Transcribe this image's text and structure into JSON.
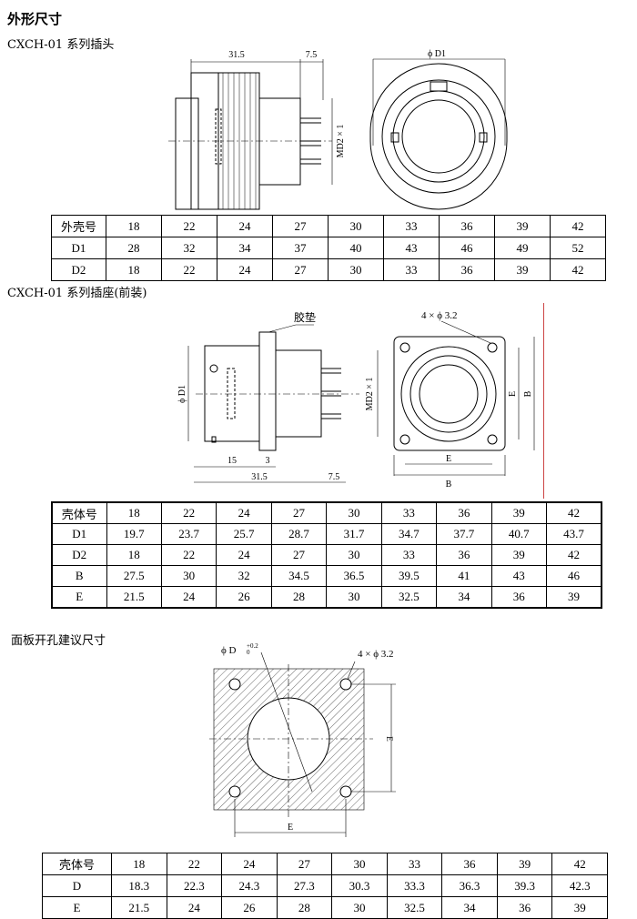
{
  "title": "外形尺寸",
  "section1": {
    "label": "CXCH-01 系列插头",
    "dims": {
      "len1": "31.5",
      "len2": "7.5",
      "dia": "ϕ D1",
      "thread": "MD2 × 1"
    },
    "table": [
      [
        "外壳号",
        "18",
        "22",
        "24",
        "27",
        "30",
        "33",
        "36",
        "39",
        "42"
      ],
      [
        "D1",
        "28",
        "32",
        "34",
        "37",
        "40",
        "43",
        "46",
        "49",
        "52"
      ],
      [
        "D2",
        "18",
        "22",
        "24",
        "27",
        "30",
        "33",
        "36",
        "39",
        "42"
      ]
    ]
  },
  "section2": {
    "label": "CXCH-01 系列插座(前装)",
    "dims": {
      "gasket": "胶垫",
      "holes": "4 × ϕ 3.2",
      "dia": "ϕ D1",
      "thread": "MD2 × 1",
      "l15": "15",
      "l3": "3",
      "l31": "31.5",
      "l75": "7.5",
      "E": "E",
      "B": "B"
    },
    "table": [
      [
        "壳体号",
        "18",
        "22",
        "24",
        "27",
        "30",
        "33",
        "36",
        "39",
        "42"
      ],
      [
        "D1",
        "19.7",
        "23.7",
        "25.7",
        "28.7",
        "31.7",
        "34.7",
        "37.7",
        "40.7",
        "43.7"
      ],
      [
        "D2",
        "18",
        "22",
        "24",
        "27",
        "30",
        "33",
        "36",
        "39",
        "42"
      ],
      [
        "B",
        "27.5",
        "30",
        "32",
        "34.5",
        "36.5",
        "39.5",
        "41",
        "43",
        "46"
      ],
      [
        "E",
        "21.5",
        "24",
        "26",
        "28",
        "30",
        "32.5",
        "34",
        "36",
        "39"
      ]
    ]
  },
  "section3": {
    "label": "面板开孔建议尺寸",
    "dims": {
      "dia": "ϕ D",
      "tol_upper": "+0.2",
      "tol_lower": "0",
      "holes": "4 × ϕ 3.2",
      "E": "E"
    },
    "table": [
      [
        "壳体号",
        "18",
        "22",
        "24",
        "27",
        "30",
        "33",
        "36",
        "39",
        "42"
      ],
      [
        "D",
        "18.3",
        "22.3",
        "24.3",
        "27.3",
        "30.3",
        "33.3",
        "36.3",
        "39.3",
        "42.3"
      ],
      [
        "E",
        "21.5",
        "24",
        "26",
        "28",
        "30",
        "32.5",
        "34",
        "36",
        "39"
      ]
    ]
  }
}
